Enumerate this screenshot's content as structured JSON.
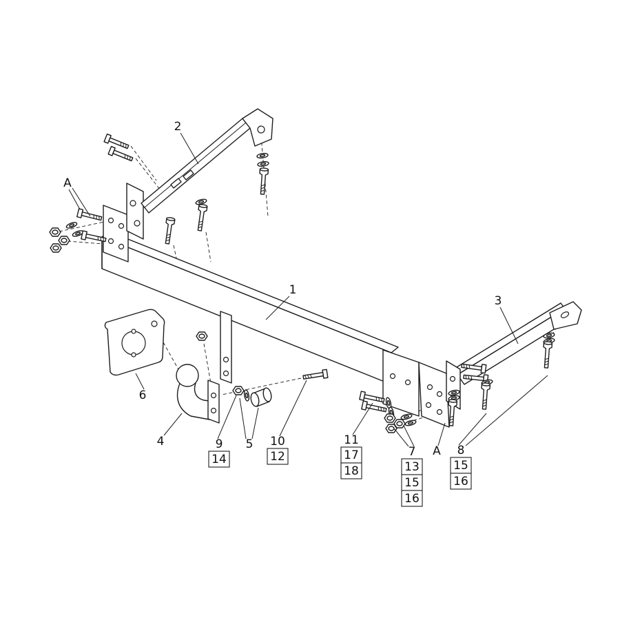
{
  "colors": {
    "line": "#1c1c1c",
    "background": "#ffffff",
    "text": "#111111"
  },
  "callouts": {
    "a_left": "A",
    "part1": "1",
    "part2": "2",
    "part3": "3",
    "part4": "4",
    "part5": "5",
    "part6": "6",
    "group9": {
      "main": "9",
      "boxed": [
        "14"
      ]
    },
    "group10": {
      "main": "10",
      "boxed": [
        "12"
      ]
    },
    "group11": {
      "main": "11",
      "boxed": [
        "17",
        "18"
      ]
    },
    "group7": {
      "main": "7",
      "boxed": [
        "13",
        "15",
        "16"
      ]
    },
    "a_right": "A",
    "group8": {
      "main": "8",
      "boxed": [
        "15",
        "16"
      ]
    }
  }
}
